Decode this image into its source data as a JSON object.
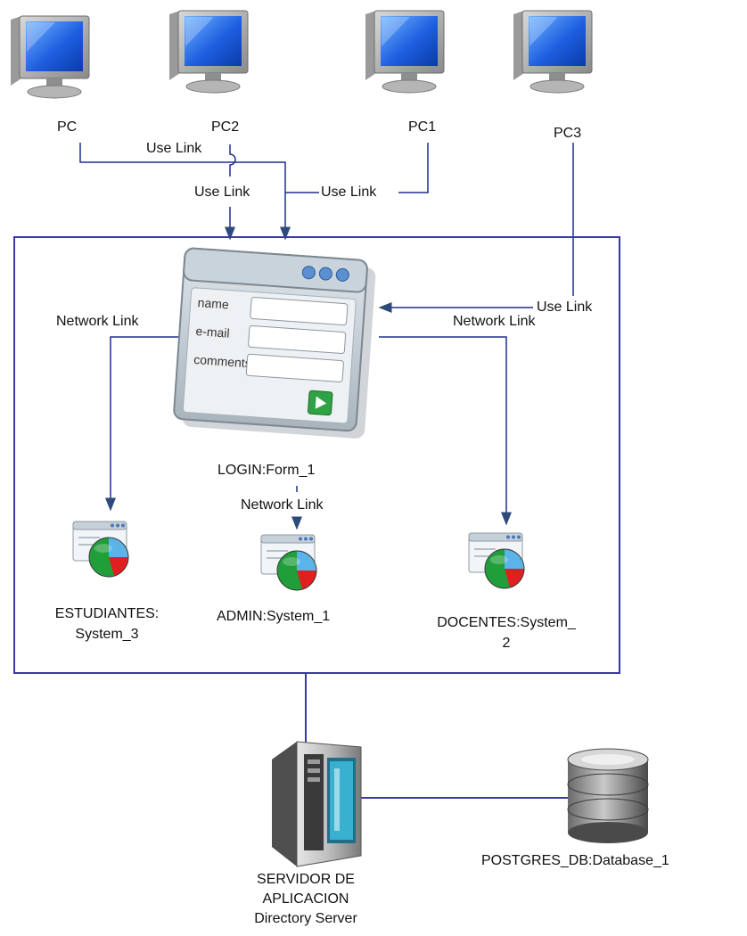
{
  "nodes": {
    "pc": {
      "label": "PC",
      "icon": "monitor-icon"
    },
    "pc2": {
      "label": "PC2",
      "icon": "monitor-icon"
    },
    "pc1": {
      "label": "PC1",
      "icon": "monitor-icon"
    },
    "pc3": {
      "label": "PC3",
      "icon": "monitor-icon"
    },
    "form": {
      "label": "LOGIN:Form_1",
      "icon": "web-form-icon",
      "field_labels": [
        "name",
        "e-mail",
        "comments"
      ]
    },
    "estudiantes": {
      "label_line1": "ESTUDIANTES:",
      "label_line2": "System_3",
      "icon": "system-chart-icon"
    },
    "admin": {
      "label": "ADMIN:System_1",
      "icon": "system-chart-icon"
    },
    "docentes": {
      "label_line1": "DOCENTES:System_",
      "label_line2": "2",
      "icon": "system-chart-icon"
    },
    "server": {
      "label_line1": "SERVIDOR DE",
      "label_line2": "APLICACION",
      "label_line3": "Directory Server",
      "icon": "server-tower-icon"
    },
    "database": {
      "label": "POSTGRES_DB:Database_1",
      "icon": "database-icon"
    }
  },
  "links": {
    "use_link_pc": "Use Link",
    "use_link_pc2": "Use Link",
    "use_link_pc1": "Use Link",
    "use_link_pc3": "Use Link",
    "network_link_estudiantes": "Network Link",
    "network_link_docentes": "Network Link",
    "network_link_admin": "Network Link"
  },
  "colors": {
    "link_line": "#1f2f8f",
    "arrow": "#2d4a7a",
    "boundary": "#3838a8",
    "screen_blue": "#1a5fe0",
    "pie_green": "#1f9e3a",
    "pie_red": "#e02020",
    "pie_blue": "#5ab4e8"
  }
}
